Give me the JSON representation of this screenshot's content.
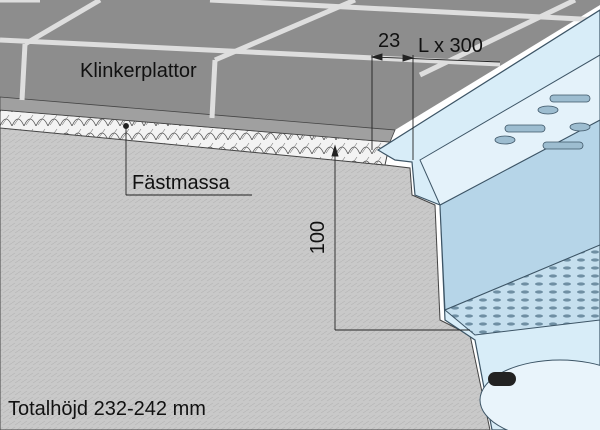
{
  "labels": {
    "tiles": "Klinkerplattor",
    "adhesive": "Fästmassa",
    "height_dim": "100",
    "width_dim": "23",
    "length_dim": "L x 300",
    "total_height": "Totalhöjd 232-242 mm"
  },
  "colors": {
    "tile": "#8a8a8a",
    "grout": "#dcdcdc",
    "concrete": "#c8c8c8",
    "channel": "#d6ecf7",
    "channel_dark": "#a9cbe0"
  }
}
